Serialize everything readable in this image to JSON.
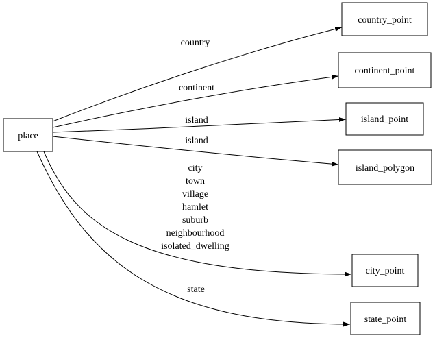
{
  "diagram": {
    "background_color": "#ffffff",
    "line_color": "#000000",
    "text_color": "#000000",
    "nodes": {
      "place": {
        "label": "place"
      },
      "country_point": {
        "label": "country_point"
      },
      "continent_point": {
        "label": "continent_point"
      },
      "island_point": {
        "label": "island_point"
      },
      "island_polygon": {
        "label": "island_polygon"
      },
      "city_point": {
        "label": "city_point"
      },
      "state_point": {
        "label": "state_point"
      }
    },
    "edges": [
      {
        "from": "place",
        "to": "country_point",
        "label": "country"
      },
      {
        "from": "place",
        "to": "continent_point",
        "label": "continent"
      },
      {
        "from": "place",
        "to": "island_point",
        "label": "island"
      },
      {
        "from": "place",
        "to": "island_polygon",
        "label": "island"
      },
      {
        "from": "place",
        "to": "city_point",
        "label_lines": [
          "city",
          "town",
          "village",
          "hamlet",
          "suburb",
          "neighbourhood",
          "isolated_dwelling"
        ]
      },
      {
        "from": "place",
        "to": "state_point",
        "label": "state"
      }
    ]
  }
}
